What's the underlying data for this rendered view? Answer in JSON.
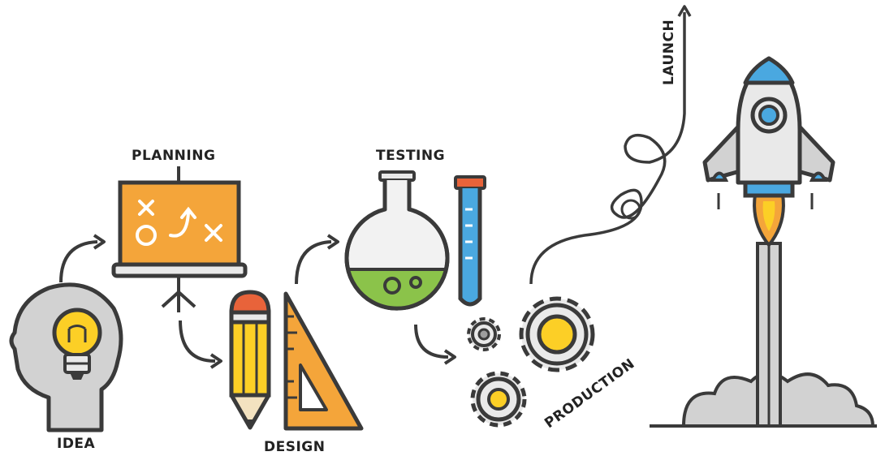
{
  "diagram": {
    "stages": [
      {
        "key": "idea",
        "label": "IDEA"
      },
      {
        "key": "planning",
        "label": "PLANNING"
      },
      {
        "key": "design",
        "label": "DESIGN"
      },
      {
        "key": "testing",
        "label": "TESTING"
      },
      {
        "key": "production",
        "label": "PRODUCTION"
      },
      {
        "key": "launch",
        "label": "LAUNCH"
      }
    ]
  },
  "colors": {
    "outline": "#3a3a3a",
    "orange": "#f4a53a",
    "yellow": "#fccf26",
    "blue": "#4aa8e0",
    "green": "#8bc34a",
    "gray": "#d2d2d2",
    "light_gray": "#e9e9e9",
    "red_orange": "#e8633a"
  },
  "icons": [
    "head-lightbulb-icon",
    "presentation-board-icon",
    "pencil-icon",
    "set-square-icon",
    "flask-icon",
    "test-tube-icon",
    "gears-icon",
    "rocket-icon",
    "smoke-cloud-icon"
  ]
}
